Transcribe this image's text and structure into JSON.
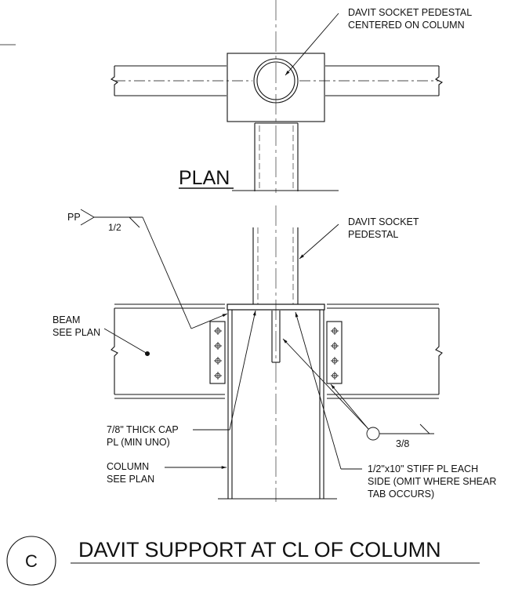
{
  "plan_label": "PLAN",
  "notes": {
    "pedestal_plan_line1": "DAVIT SOCKET PEDESTAL",
    "pedestal_plan_line2": "CENTERED ON COLUMN",
    "pedestal_elev_line1": "DAVIT SOCKET",
    "pedestal_elev_line2": "PEDESTAL",
    "beam_line1": "BEAM",
    "beam_line2": "SEE PLAN",
    "cap_line1": "7/8\" THICK CAP",
    "cap_line2": "PL (MIN UNO)",
    "column_line1": "COLUMN",
    "column_line2": "SEE PLAN",
    "stiff_line1": "1/2\"x10\" STIFF PL EACH",
    "stiff_line2": "SIDE (OMIT WHERE SHEAR",
    "stiff_line3": "TAB OCCURS)"
  },
  "welds": {
    "pp_label": "PP",
    "pp_size": "1/2",
    "fillet_size": "3/8"
  },
  "detail": {
    "letter": "C",
    "title": "DAVIT SUPPORT AT CL OF COLUMN"
  }
}
